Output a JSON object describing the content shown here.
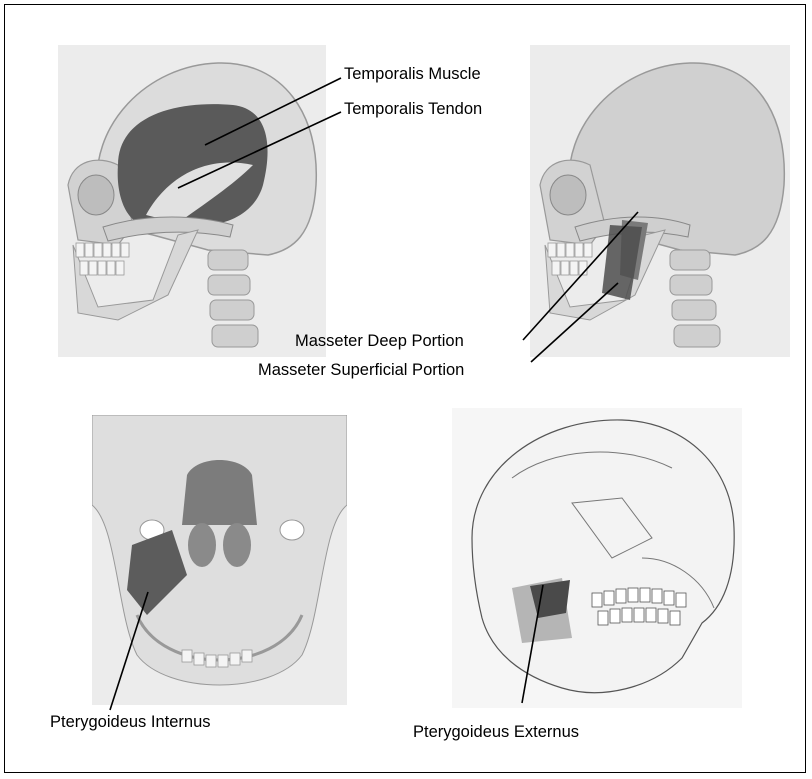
{
  "labels": {
    "temporalis_muscle": "Temporalis Muscle",
    "temporalis_tendon": "Temporalis Tendon",
    "masseter_deep": "Masseter Deep Portion",
    "masseter_superficial": "Masseter Superficial Portion",
    "pterygoideus_internus": "Pterygoideus Internus",
    "pterygoideus_externus": "Pterygoideus Externus"
  },
  "colors": {
    "panel_bg": "#ececec",
    "bone": "#dcdcdc",
    "bone_shadow": "#a8a8a8",
    "muscle": "#555555",
    "tendon": "#f2f2f2",
    "line": "#000000"
  }
}
